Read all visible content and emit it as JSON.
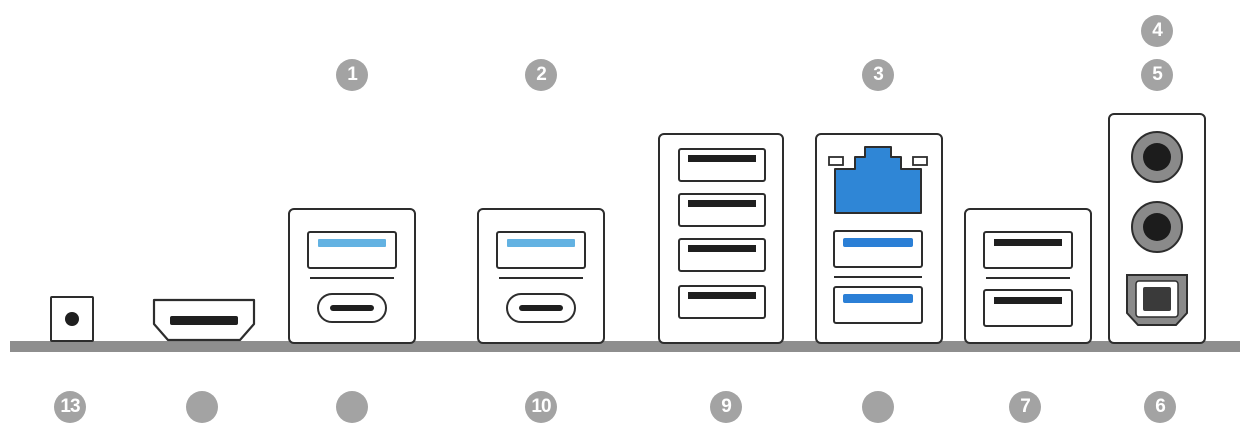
{
  "colors": {
    "badge": "#a3a3a3",
    "baseline": "#8e8e8e",
    "outline": "#2d2d2d",
    "usb_blue_light": "#63b2e2",
    "usb_blue": "#2b7fd6",
    "rj45_blue": "#2f86d6"
  },
  "callouts": {
    "top": [
      {
        "id": "c1",
        "label": "1"
      },
      {
        "id": "c2",
        "label": "2"
      },
      {
        "id": "c3",
        "label": "3"
      },
      {
        "id": "c4",
        "label": "4"
      },
      {
        "id": "c5",
        "label": "5"
      }
    ],
    "bottom": [
      {
        "id": "c13",
        "label": "13"
      },
      {
        "id": "c12",
        "label": ""
      },
      {
        "id": "c11",
        "label": ""
      },
      {
        "id": "c10",
        "label": "10"
      },
      {
        "id": "c9",
        "label": "9"
      },
      {
        "id": "c8",
        "label": ""
      },
      {
        "id": "c7",
        "label": "7"
      },
      {
        "id": "c6",
        "label": "6"
      }
    ]
  },
  "ports": [
    {
      "id": "bios-flashback-button",
      "icon": "push-button-icon"
    },
    {
      "id": "hdmi-port",
      "icon": "hdmi-icon"
    },
    {
      "id": "usb-a-c-stack-left",
      "icon": "usb-a-icon",
      "second_icon": "usb-c-icon"
    },
    {
      "id": "usb-a-c-stack-right",
      "icon": "usb-a-icon",
      "second_icon": "usb-c-icon"
    },
    {
      "id": "usb-a-quad-stack",
      "icon": "usb-a-icon",
      "count": 4
    },
    {
      "id": "rj45-usb-stack",
      "icon": "ethernet-icon",
      "second_icon": "usb-a-icon",
      "count": 2
    },
    {
      "id": "usb-a-dual-stack",
      "icon": "usb-a-icon",
      "count": 2
    },
    {
      "id": "audio-stack",
      "icon": "audio-jack-icon",
      "second_icon": "optical-spdif-icon",
      "count": 2
    }
  ]
}
